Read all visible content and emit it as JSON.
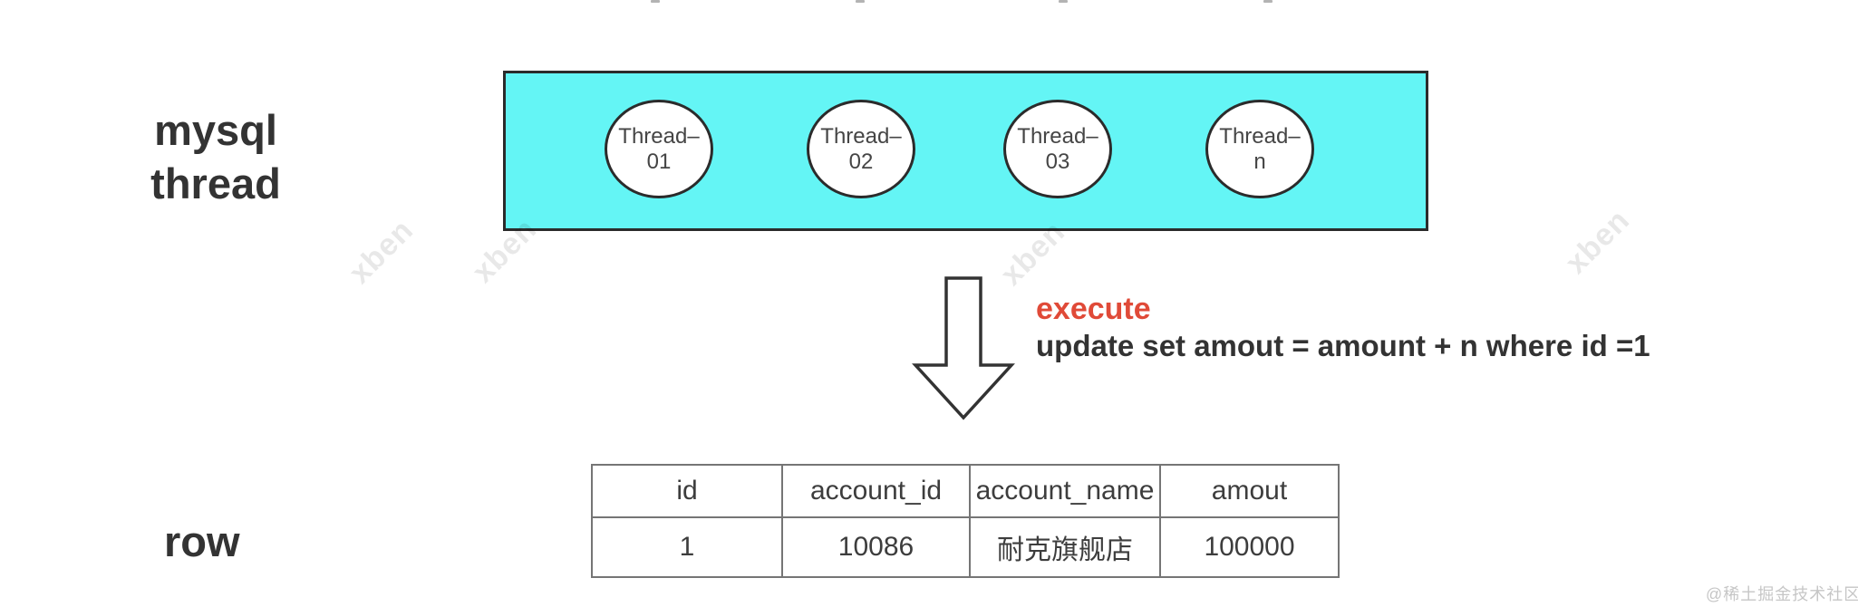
{
  "labels": {
    "mysql_thread": {
      "line1": "mysql",
      "line2": "thread"
    },
    "row": "row"
  },
  "thread_box": {
    "fill_color": "#64F5F5",
    "border_color": "#2b2b2b",
    "threads": [
      {
        "line1": "Thread–",
        "line2": "01"
      },
      {
        "line1": "Thread–",
        "line2": "02"
      },
      {
        "line1": "Thread–",
        "line2": "03"
      },
      {
        "line1": "Thread–",
        "line2": "n"
      }
    ]
  },
  "execute": {
    "title": "execute",
    "title_color": "#E04A38",
    "sql": "update set amout = amount + n where id =1"
  },
  "table": {
    "headers": [
      "id",
      "account_id",
      "account_name",
      "amout"
    ],
    "rows": [
      [
        "1",
        "10086",
        "耐克旗舰店",
        "100000"
      ]
    ]
  },
  "watermarks": {
    "diagonal": "xben",
    "site": "@稀土掘金技术社区"
  }
}
